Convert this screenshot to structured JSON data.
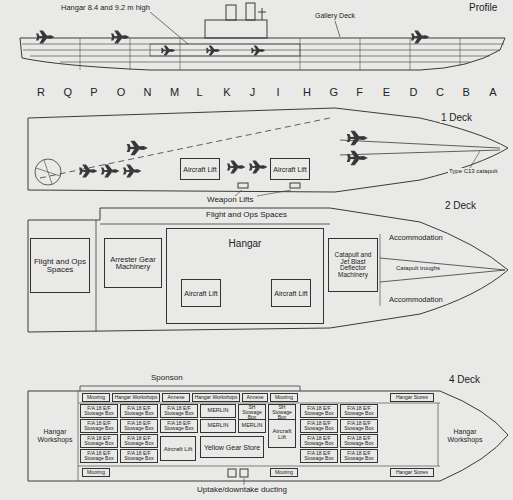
{
  "diagram": {
    "nodes": [
      {
        "text": [
          "Aircraft Lift"
        ]
      },
      {
        "text": [
          "Aircraft Lift"
        ]
      },
      {
        "text": [
          "Flight and Ops Spaces"
        ]
      },
      {
        "text": [
          "Arrester Gear Machinery"
        ]
      },
      {
        "text": [
          "Hangar"
        ]
      },
      {
        "text": [
          "Aircraft Lift"
        ],
        "in": 4
      },
      {
        "text": [
          "Aircraft Lift"
        ],
        "in": 4
      },
      {
        "text": [
          "Catapult and Jet Blast Deflector Machinery"
        ]
      },
      {
        "text": [
          "Mooring"
        ]
      },
      {
        "text": [
          "Hangar Workshops"
        ]
      },
      {
        "text": [
          "Annexe"
        ]
      },
      {
        "text": [
          "Hangar Workshops"
        ]
      },
      {
        "text": [
          "Annexe"
        ]
      },
      {
        "text": [
          "Mooring"
        ]
      },
      {
        "text": [
          "Hangar Stores"
        ]
      },
      {
        "text": [
          "F/A 18 E/F Stowage Box"
        ]
      },
      {
        "text": [
          "F/A 18 E/F Stowage Box"
        ]
      },
      {
        "text": [
          "F/A 18 E/F Stowage Box"
        ]
      },
      {
        "text": [
          "MERLIN"
        ]
      },
      {
        "text": [
          "SH Stowage Box"
        ]
      },
      {
        "text": [
          "SH Stowage Box"
        ]
      },
      {
        "text": [
          "F/A 18 E/F Stowage Box"
        ]
      },
      {
        "text": [
          "F/A 18 E/F Stowage Box"
        ]
      },
      {
        "text": [
          "F/A 18 E/F Stowage Box"
        ]
      },
      {
        "text": [
          "F/A 18 E/F Stowage Box"
        ]
      },
      {
        "text": [
          "F/A 18 E/F Stowage Box"
        ]
      },
      {
        "text": [
          "MERLIN"
        ]
      },
      {
        "text": [
          "MERLIN"
        ]
      },
      {
        "text": [
          "Aircraft Lift"
        ]
      },
      {
        "text": [
          "F/A 18 E/F Stowage Box"
        ]
      },
      {
        "text": [
          "F/A 18 E/F Stowage Box"
        ]
      },
      {
        "text": [
          "F/A 18 E/F Stowage Box"
        ]
      },
      {
        "text": [
          "F/A 18 E/F Stowage Box"
        ]
      },
      {
        "text": [
          "Aircraft Lift"
        ]
      },
      {
        "text": [
          "Yellow Gear Store"
        ]
      },
      {
        "text": [
          "F/A 18 E/F Stowage Box"
        ]
      },
      {
        "text": [
          "F/A 18 E/F Stowage Box"
        ]
      },
      {
        "text": [
          "F/A 18 E/F Stowage Box"
        ]
      },
      {
        "text": [
          "F/A 18 E/F Stowage Box"
        ]
      },
      {
        "text": [
          "F/A 18 E/F Stowage Box"
        ]
      },
      {
        "text": [
          "F/A 18 E/F Stowage Box"
        ]
      },
      {
        "text": [
          "Mooring"
        ]
      },
      {
        "text": [
          "Mooring"
        ]
      },
      {
        "text": [
          "Hangar Stores"
        ]
      }
    ],
    "labels": [
      "Profile",
      "Hangar 8.4 and 9.2 m high",
      "Gallery Deck",
      "R",
      "Q",
      "P",
      "O",
      "N",
      "M",
      "L",
      "K",
      "J",
      "I",
      "H",
      "G",
      "F",
      "E",
      "D",
      "C",
      "B",
      "A",
      "1 Deck",
      "Weapon Lifts",
      "Type C13 catapult",
      "2 Deck",
      "Flight and Ops Spaces",
      "Accommodation",
      "Catapult troughs",
      "Accommodation",
      "Sponson",
      "4 Deck",
      "Hangar Workshops",
      "Hangar Workshops",
      "Uptake/downtake ducting"
    ]
  }
}
